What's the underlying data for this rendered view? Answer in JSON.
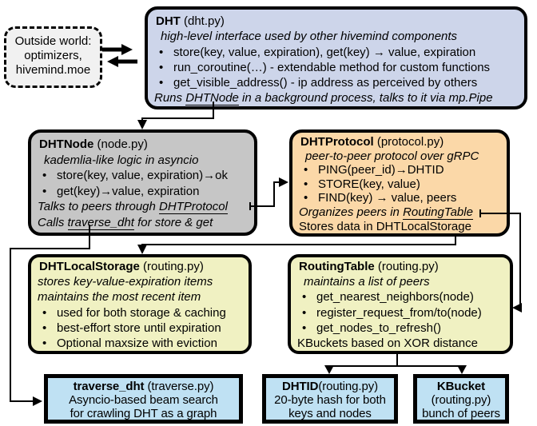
{
  "ui": {
    "bullet": "•"
  },
  "colors": {
    "dht_box": "#cdd5ea",
    "node_box": "#c6c6c6",
    "protocol_box": "#fbd8a8",
    "storage_box": "#f0f1c2",
    "routing_box": "#f0f1c2",
    "bottom_box": "#bfe1f3",
    "outside_box": "#f1f1f1"
  },
  "outside": {
    "lines": [
      "Outside world:",
      "optimizers,",
      "hivemind.moe"
    ]
  },
  "dht": {
    "title": "DHT",
    "title_suffix": " (dht.py)",
    "subtitle": "high-level interface used by other hivemind components",
    "bullets": [
      "store(key, value, expiration), get(key) → value, expiration",
      "run_coroutine(…) - extendable method for custom functions",
      "get_visible_address() - ip address as perceived by others"
    ],
    "footer": [
      "Runs ",
      "DHTNode",
      " in a background process, talks to it via mp.Pipe"
    ]
  },
  "dhtnode": {
    "title": "DHTNode",
    "title_suffix": " (node.py)",
    "subtitle": "kademlia-like logic in asyncio",
    "bullets": [
      "store(key, value, expiration)→ok",
      "get(key)→value, expiration"
    ],
    "footer1": [
      "Talks to peers through ",
      "DHTProtocol"
    ],
    "footer2": [
      "Calls ",
      "traverse_dht",
      " for store & get"
    ]
  },
  "dhtprotocol": {
    "title": "DHTProtocol",
    "title_suffix": " (protocol.py)",
    "subtitle": "peer-to-peer protocol over gRPC",
    "bullets": [
      "PING(peer_id)→DHTID",
      "STORE(key, value)",
      "FIND(key) → value, peers"
    ],
    "footer1": [
      "Organizes peers in ",
      "RoutingTable"
    ],
    "footer2": [
      "Stores data in DHT",
      "LocalStorage"
    ]
  },
  "dhtlocalstorage": {
    "title": "DHTLocalStorage",
    "title_suffix": " (routing.py)",
    "subtitle1": "stores key-value-expiration items",
    "subtitle2": "maintains the most recent item",
    "bullets": [
      "used for both storage & caching",
      "best-effort store until expiration",
      "Optional maxsize with eviction"
    ]
  },
  "routingtable": {
    "title": "RoutingTable",
    "title_suffix": " (routing.py)",
    "subtitle": "maintains a list of peers",
    "bullets": [
      "get_nearest_neighbors(node)",
      "register_request_from/to(node)",
      "get_nodes_to_refresh()"
    ],
    "footer": "KBuckets based on XOR distance"
  },
  "traverse": {
    "title": "traverse_dht",
    "title_suffix": " (traverse.py)",
    "lines": [
      "Asyncio-based beam search",
      "for crawling DHT as a graph"
    ]
  },
  "dhtid": {
    "title": "DHTID",
    "title_suffix": "(routing.py)",
    "lines": [
      "20-byte hash for both",
      "keys and nodes"
    ]
  },
  "kbucket": {
    "title": "KBucket",
    "lines": [
      "(routing.py)",
      "bunch of peers"
    ]
  }
}
